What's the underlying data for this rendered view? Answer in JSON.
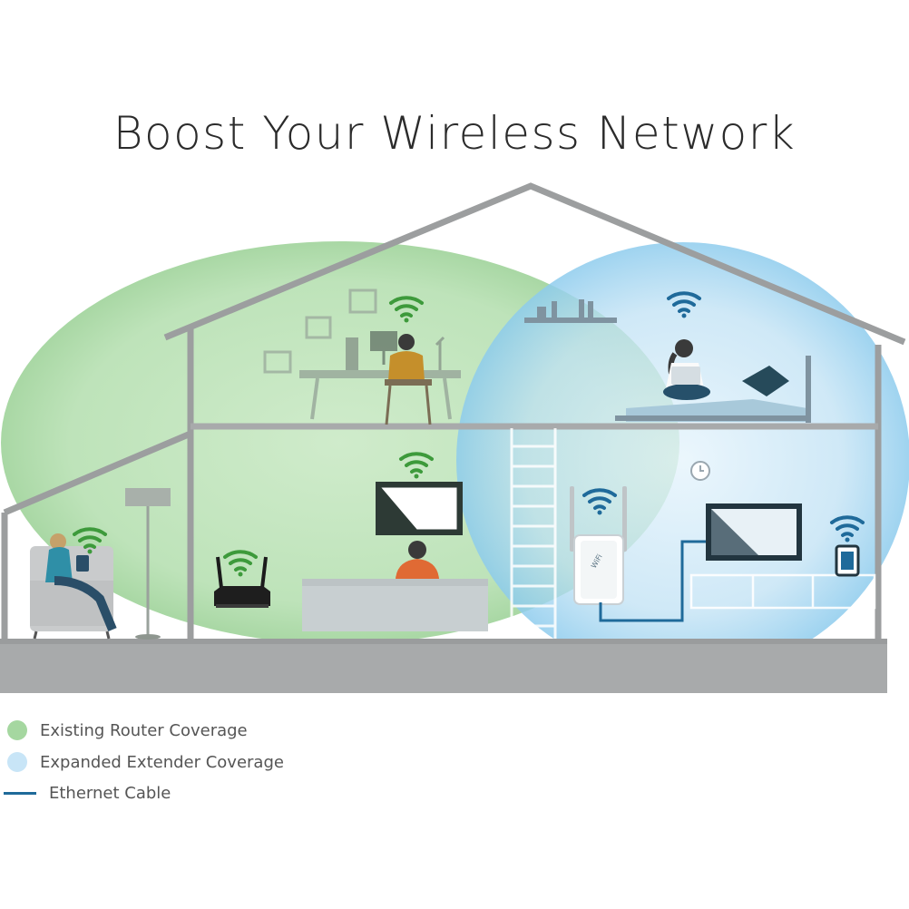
{
  "title": "Boost Your Wireless Network",
  "legend": [
    {
      "label": "Existing Router Coverage",
      "swatch": "dot",
      "color": "#a5d7a0"
    },
    {
      "label": "Expanded Extender Coverage",
      "swatch": "dot",
      "color": "#c8e5f7"
    },
    {
      "label": "Ethernet Cable",
      "swatch": "line",
      "color": "#1f6a9a"
    }
  ],
  "colors": {
    "router_coverage": "#9fd39a",
    "extender_coverage": "#8ccbed",
    "house_outline": "#9c9e9f",
    "floor": "#a8aaab",
    "wifi_green": "#3d9a3b",
    "wifi_blue": "#1f6a9a",
    "ethernet": "#1f6a9a"
  },
  "devices": {
    "extender_label": "WiFi"
  }
}
